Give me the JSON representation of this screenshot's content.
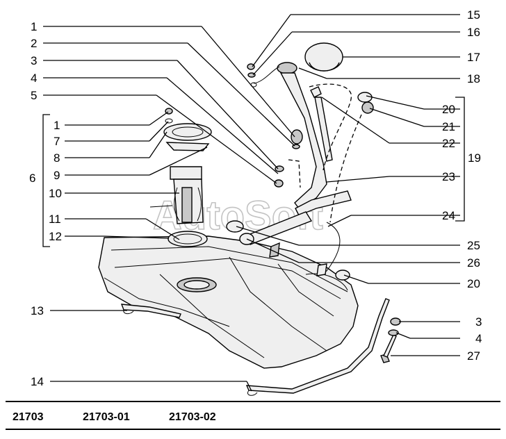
{
  "watermark": "AutoSoft",
  "callouts": {
    "c1_top": "1",
    "c2": "2",
    "c3_top": "3",
    "c4_top": "4",
    "c5": "5",
    "c6": "6",
    "c1_mid": "1",
    "c7": "7",
    "c8": "8",
    "c9": "9",
    "c10": "10",
    "c11": "11",
    "c12": "12",
    "c13": "13",
    "c14": "14",
    "c15": "15",
    "c16": "16",
    "c17": "17",
    "c18": "18",
    "c19": "19",
    "c20_top": "20",
    "c21": "21",
    "c22": "22",
    "c23": "23",
    "c24": "24",
    "c25": "25",
    "c26": "26",
    "c20_bot": "20",
    "c3_bot": "3",
    "c4_bot": "4",
    "c27": "27"
  },
  "footer": {
    "codes": [
      "21703",
      "21703-01",
      "21703-02"
    ]
  }
}
